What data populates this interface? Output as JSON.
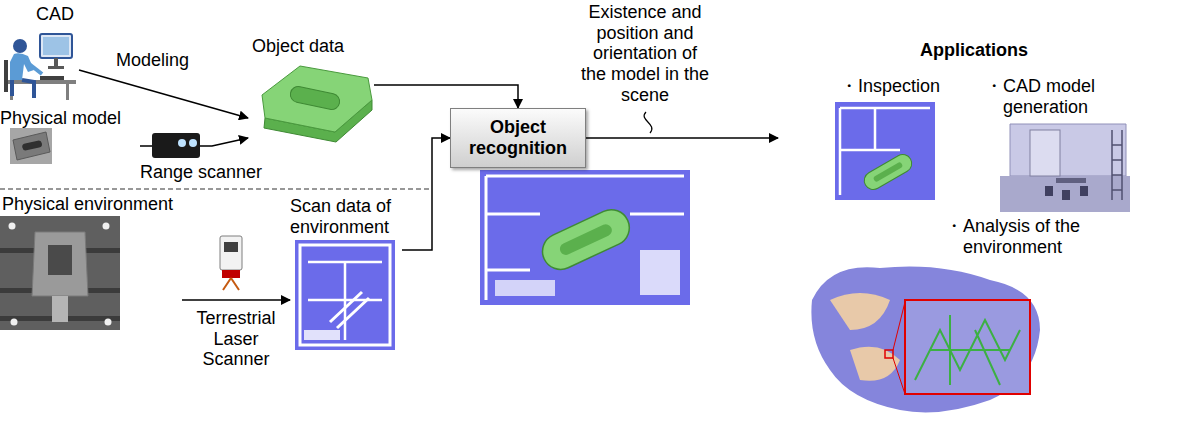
{
  "diagram": {
    "nodes": [
      {
        "text": [
          "CAD"
        ]
      },
      {
        "text": [
          "Physical model"
        ]
      },
      {
        "text": [
          "Object data"
        ]
      },
      {
        "text": [
          "Physical environment"
        ]
      },
      {
        "text": [
          "Scan data of environment"
        ]
      },
      {
        "text": [
          "Object recognition"
        ]
      },
      {
        "text": [
          "Applications",
          "・Inspection",
          "・CAD model generation",
          "・Analysis of the environment"
        ]
      }
    ],
    "edges": [
      {
        "from": 0,
        "to": 2,
        "arrow": "to",
        "label": "Modeling"
      },
      {
        "from": 1,
        "to": 2,
        "arrow": "to",
        "label": "Range scanner"
      },
      {
        "from": 3,
        "to": 4,
        "arrow": "to",
        "label": "Terrestrial Laser Scanner"
      },
      {
        "from": 2,
        "to": 5,
        "arrow": "to"
      },
      {
        "from": 4,
        "to": 5,
        "arrow": "to"
      },
      {
        "from": 5,
        "to": 6,
        "arrow": "to",
        "label": "Existence and position and orientation of the model in the scene"
      }
    ]
  }
}
